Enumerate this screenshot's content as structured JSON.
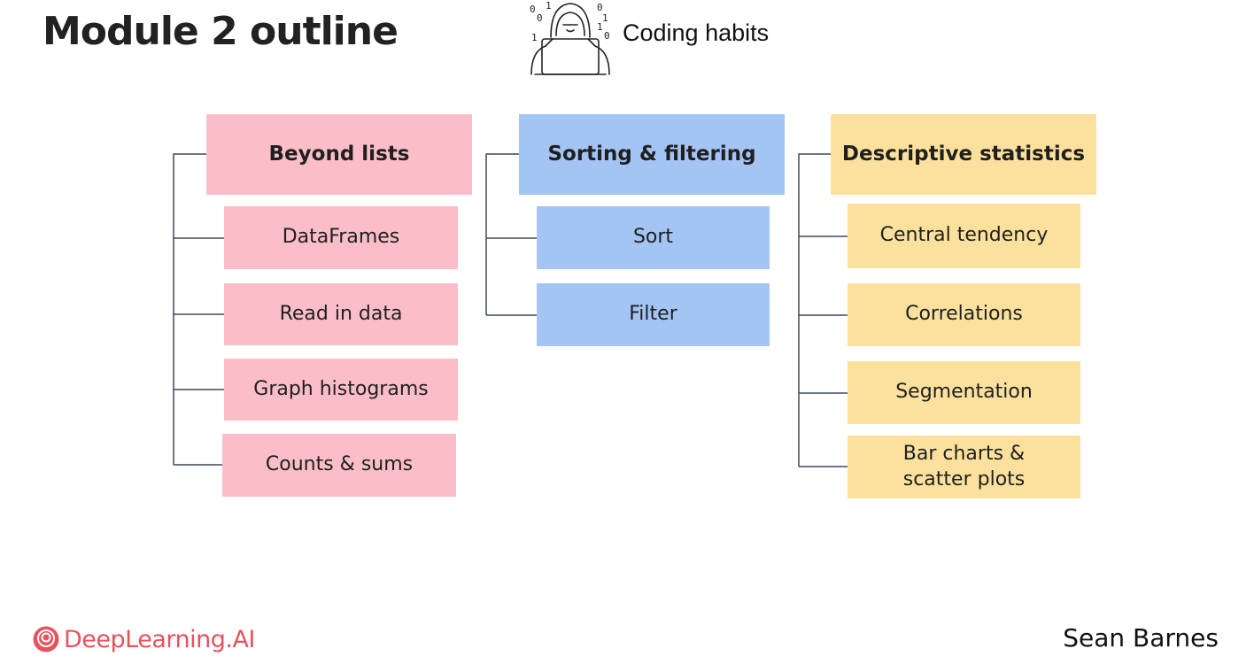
{
  "title": "Module 2 outline",
  "coding_habits": {
    "label": "Coding habits",
    "icon": "hacker-laptop-icon"
  },
  "columns": [
    {
      "heading": "Beyond lists",
      "color": "#fbbec8",
      "items": [
        "DataFrames",
        "Read in data",
        "Graph histograms",
        "Counts & sums"
      ]
    },
    {
      "heading": "Sorting & filtering",
      "color": "#a4c4f4",
      "items": [
        "Sort",
        "Filter"
      ]
    },
    {
      "heading": "Descriptive statistics",
      "color": "#fbe19d",
      "items": [
        "Central tendency",
        "Correlations",
        "Segmentation",
        "Bar charts & scatter plots"
      ]
    }
  ],
  "footer": {
    "brand": "DeepLearning.AI",
    "brand_color": "#e8525c",
    "brand_icon": "deeplearning-ai-logo-icon",
    "presenter": "Sean Barnes"
  }
}
